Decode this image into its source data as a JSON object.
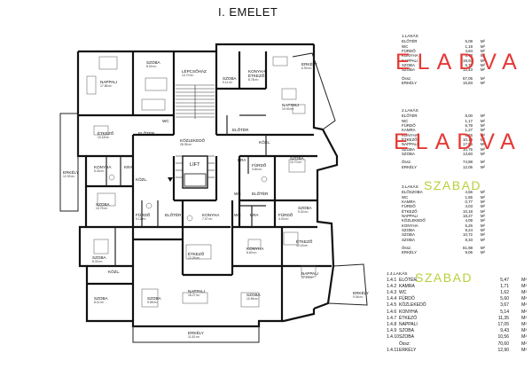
{
  "page": {
    "title": "I. EMELET"
  },
  "stamps": {
    "sold": "ELADVA",
    "free": "SZABAD"
  },
  "rooms": {
    "napp_nw": {
      "name": "NAPPALI",
      "area": "17.86 m²"
    },
    "szoba_top": {
      "name": "SZOBA",
      "area": "8.00 m²"
    },
    "lepcsohaz": {
      "name": "LÉPCSŐHÁZ",
      "area": "13.70 m²"
    },
    "szoba_ne": {
      "name": "SZOBA",
      "area": "9.11 m²"
    },
    "konyha_ne": {
      "name": "KONYHA ÉTKEZŐ",
      "area": "8.78 m²"
    },
    "erkely_ne": {
      "name": "ERKÉLY",
      "area": "6.90 m²"
    },
    "napp_ne": {
      "name": "NAPPALI",
      "area": "19.93 m²"
    },
    "etkezo_nw": {
      "name": "ÉTKEZŐ",
      "area": "10.18 m²"
    },
    "wc_n": {
      "name": "WC",
      "area": ""
    },
    "eloter_n": {
      "name": "ELŐTÉR",
      "area": ""
    },
    "eloter_ne": {
      "name": "ELŐTÉR",
      "area": ""
    },
    "kozlekedo": {
      "name": "KÖZLEKEDŐ",
      "area": "28.35 m²"
    },
    "kozl_ne": {
      "name": "KÖZL.",
      "area": ""
    },
    "konyha_w": {
      "name": "KONYHA",
      "area": "5.26 m²"
    },
    "kra_w": {
      "name": "KRA",
      "area": ""
    },
    "erkely_w": {
      "name": "ERKÉLY",
      "area": "12.93 m²"
    },
    "lift": {
      "name": "LIFT",
      "area": ""
    },
    "furdo_ne": {
      "name": "FÜRDŐ",
      "area": "4.84 m²"
    },
    "kra_ne": {
      "name": "KRA",
      "area": ""
    },
    "szoba_e": {
      "name": "SZOBA",
      "area": "10.70 m²"
    },
    "kozl_w": {
      "name": "KÖZL.",
      "area": ""
    },
    "wc_e": {
      "name": "WC",
      "area": ""
    },
    "eloter_e": {
      "name": "ELŐTÉR",
      "area": ""
    },
    "szoba_w": {
      "name": "SZOBA",
      "area": "10.75 m²"
    },
    "szoba_e2": {
      "name": "SZOBA",
      "area": "9.04 m²"
    },
    "furdo_w": {
      "name": "FÜRDŐ",
      "area": "5.12 m²"
    },
    "eloter_c": {
      "name": "ELŐTÉR",
      "area": ""
    },
    "konyha_c": {
      "name": "KONYHA",
      "area": "7.07 m²"
    },
    "wc_c": {
      "name": "WC",
      "area": ""
    },
    "kra_c": {
      "name": "KRA",
      "area": ""
    },
    "furdo_e": {
      "name": "FÜRDŐ",
      "area": "4.03 m²"
    },
    "etkezo_c": {
      "name": "ÉTKEZŐ",
      "area": "12.26 m²"
    },
    "konyha_sc": {
      "name": "KONYHA",
      "area": "8.60 m²"
    },
    "etkezo_e": {
      "name": "ÉTKEZŐ",
      "area": "10.18 m²"
    },
    "szoba_sw": {
      "name": "SZOBA",
      "area": "8.33 m²"
    },
    "kozl_sw": {
      "name": "KÖZL.",
      "area": ""
    },
    "napp_se": {
      "name": "NAPPALI",
      "area": "17.15 m²"
    },
    "szoba_s1": {
      "name": "SZOBA",
      "area": "8.11 m²"
    },
    "szoba_s2": {
      "name": "SZOBA",
      "area": "9.55 m²"
    },
    "napp_s": {
      "name": "NAPPALI",
      "area": "18.27 m²"
    },
    "szoba_s3": {
      "name": "SZOBA",
      "area": "10.56 m²"
    },
    "erkely_se": {
      "name": "ERKÉLY",
      "area": "9.06 m²"
    },
    "erkely_s": {
      "name": "ERKÉLY",
      "area": "11.52 m²"
    }
  },
  "units": [
    {
      "title": "1.LAKÁS",
      "rows": [
        {
          "name": "ELŐTÉR",
          "value": "5,08",
          "unit": "M²"
        },
        {
          "name": "WC",
          "value": "1,19",
          "unit": "M²"
        },
        {
          "name": "FÜRDŐ",
          "value": "4,84",
          "unit": "M²"
        },
        {
          "name": "KONYHA",
          "value": "8,78",
          "unit": "M²"
        },
        {
          "name": "NAPPALI",
          "value": "19,93",
          "unit": "M²"
        },
        {
          "name": "SZOBA",
          "value": "5,70",
          "unit": "M²"
        },
        {
          "name": "SZOBA",
          "value": "12,43",
          "unit": "M²"
        }
      ],
      "total_label": "Össz.",
      "total_value": "57,05",
      "total_unit": "M²",
      "balcony_label": "ERKÉLY",
      "balcony_value": "15,83",
      "balcony_unit": "M²"
    },
    {
      "title": "2.LAKÁS",
      "rows": [
        {
          "name": "ELŐTÉR",
          "value": "8,00",
          "unit": "M²"
        },
        {
          "name": "WC",
          "value": "1,17",
          "unit": "M²"
        },
        {
          "name": "FÜRDŐ",
          "value": "6,78",
          "unit": "M²"
        },
        {
          "name": "KAMRA",
          "value": "1,27",
          "unit": "M²"
        },
        {
          "name": "KONYHA",
          "value": "5,26",
          "unit": "M²"
        },
        {
          "name": "ÉTKEZŐ",
          "value": "10,18",
          "unit": "M²"
        },
        {
          "name": "NAPPALI",
          "value": "17,86",
          "unit": "M²"
        },
        {
          "name": "SZOBA",
          "value": "10,75",
          "unit": "M²"
        },
        {
          "name": "SZOBA",
          "value": "13,60",
          "unit": "M²"
        }
      ],
      "total_label": "Össz.",
      "total_value": "74,98",
      "total_unit": "M²",
      "balcony_label": "ERKÉLY",
      "balcony_value": "12,05",
      "balcony_unit": "M²"
    },
    {
      "title": "3.LAKÁS",
      "rows": [
        {
          "name": "ELŐSZOBA",
          "value": "4,56",
          "unit": "M²"
        },
        {
          "name": "WC",
          "value": "1,65",
          "unit": "M²"
        },
        {
          "name": "KAMRA",
          "value": "0,77",
          "unit": "M²"
        },
        {
          "name": "FÜRDŐ",
          "value": "4,03",
          "unit": "M²"
        },
        {
          "name": "ÉTKEZŐ",
          "value": "10,18",
          "unit": "M²"
        },
        {
          "name": "NAPPALI",
          "value": "18,27",
          "unit": "M²"
        },
        {
          "name": "KÖZLEKEDŐ",
          "value": "4,09",
          "unit": "M²"
        },
        {
          "name": "KONYHA",
          "value": "5,26",
          "unit": "M²"
        },
        {
          "name": "SZOBA",
          "value": "9,24",
          "unit": "M²"
        },
        {
          "name": "SZOBA",
          "value": "10,72",
          "unit": "M²"
        },
        {
          "name": "SZOBA",
          "value": "8,33",
          "unit": "M²"
        }
      ],
      "total_label": "Össz.",
      "total_value": "81,98",
      "total_unit": "M²",
      "balcony_label": "ERKÉLY",
      "balcony_value": "9,06",
      "balcony_unit": "M²"
    }
  ],
  "unit4": {
    "title": "1.4.LAKÁS",
    "rows": [
      {
        "id": "1.4.1",
        "name": "ELŐTÉR",
        "value": "5,47",
        "unit": "M²"
      },
      {
        "id": "1.4.2",
        "name": "KAMRA",
        "value": "1,71",
        "unit": "M²"
      },
      {
        "id": "1.4.3",
        "name": "WC",
        "value": "1,62",
        "unit": "M²"
      },
      {
        "id": "1.4.4",
        "name": "FÜRDŐ",
        "value": "5,60",
        "unit": "M²"
      },
      {
        "id": "1.4.5",
        "name": "KÖZLEKEDŐ",
        "value": "3,67",
        "unit": "M²"
      },
      {
        "id": "1.4.6",
        "name": "KONYHA",
        "value": "5,14",
        "unit": "M²"
      },
      {
        "id": "1.4.7",
        "name": "ÉTKEZŐ",
        "value": "11,35",
        "unit": "M²"
      },
      {
        "id": "1.4.8",
        "name": "NAPPALI",
        "value": "17,05",
        "unit": "M²"
      },
      {
        "id": "1.4.9",
        "name": "SZOBA",
        "value": "9,43",
        "unit": "M²"
      },
      {
        "id": "1.4.10",
        "name": "SZOBA",
        "value": "10,56",
        "unit": "M²"
      }
    ],
    "total_label": "Össz:",
    "total_value": "70,60",
    "total_unit": "M²",
    "balcony_id": "1.4.11",
    "balcony_label": "ERKÉLY",
    "balcony_value": "12,90",
    "balcony_unit": "M²"
  }
}
